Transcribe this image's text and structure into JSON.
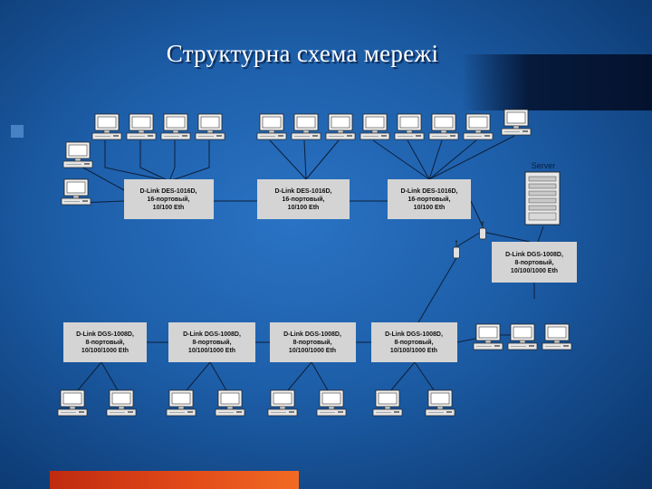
{
  "slide": {
    "title": "Структурна схема мережі"
  },
  "diagram": {
    "server_label": "Server",
    "switches": [
      {
        "id": "sw1",
        "lines": [
          "D-Link DES-1016D,",
          "16-портовый,",
          "10/100 Eth"
        ]
      },
      {
        "id": "sw2",
        "lines": [
          "D-Link DES-1016D,",
          "16-портовый,",
          "10/100 Eth"
        ]
      },
      {
        "id": "sw3",
        "lines": [
          "D-Link DES-1016D,",
          "16-портовый,",
          "10/100 Eth"
        ]
      },
      {
        "id": "sw4",
        "lines": [
          "D-Link DGS-1008D,",
          "8-портовый,",
          "10/100/1000 Eth"
        ]
      },
      {
        "id": "sw5",
        "lines": [
          "D-Link DGS-1008D,",
          "8-портовый,",
          "10/100/1000 Eth"
        ]
      },
      {
        "id": "sw6",
        "lines": [
          "D-Link DGS-1008D,",
          "8-портовый,",
          "10/100/1000 Eth"
        ]
      },
      {
        "id": "sw7",
        "lines": [
          "D-Link DGS-1008D,",
          "8-портовый,",
          "10/100/1000 Eth"
        ]
      },
      {
        "id": "sw8",
        "lines": [
          "D-Link DGS-1008D,",
          "8-портовый,",
          "10/100/1000 Eth"
        ]
      }
    ]
  },
  "colors": {
    "background": "#1d5ea8",
    "box_fill": "#d4d4d4",
    "link": "#0d1f3a",
    "accent_bar": "#e14a18"
  },
  "icons": [
    "workstation-icon",
    "server-tower-icon",
    "router-icon"
  ]
}
